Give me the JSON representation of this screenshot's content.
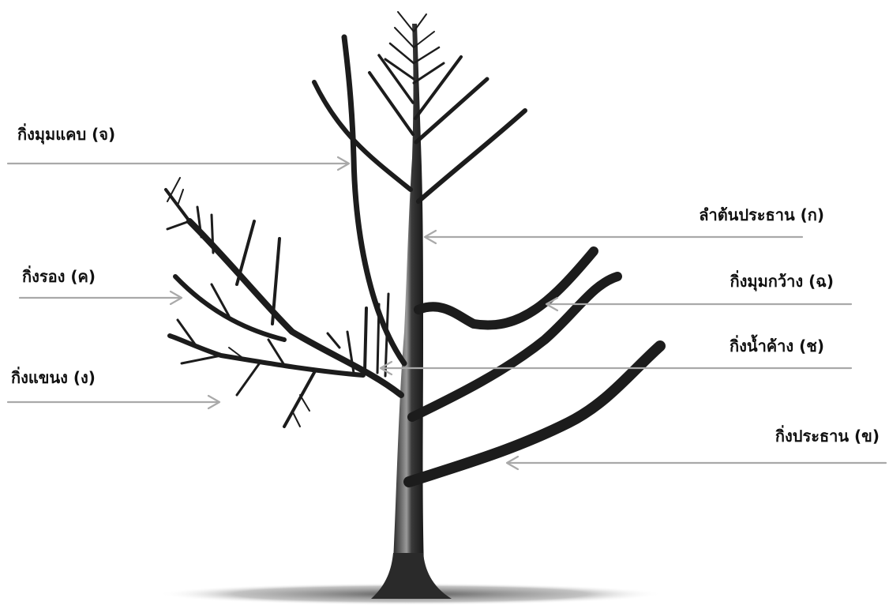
{
  "colors": {
    "background": "#ffffff",
    "text": "#111111",
    "arrow": "#a9a9a9",
    "trunk": "#2a2a2a",
    "trunk_highlight": "#9a9a9a",
    "branch": "#1c1c1c",
    "ground": "#6e6e6e"
  },
  "labels": {
    "narrow_angle_branch": "กิ่งมุมแคบ (จ)",
    "main_trunk": "ลำต้นประธาน (ก)",
    "secondary_branch": "กิ่งรอง (ค)",
    "wide_angle_branch": "กิ่งมุมกว้าง (ฉ)",
    "water_sprout": "กิ่งน้ำค้าง (ช)",
    "lateral_branch": "กิ่งแขนง (ง)",
    "main_branch": "กิ่งประธาน (ข)"
  }
}
